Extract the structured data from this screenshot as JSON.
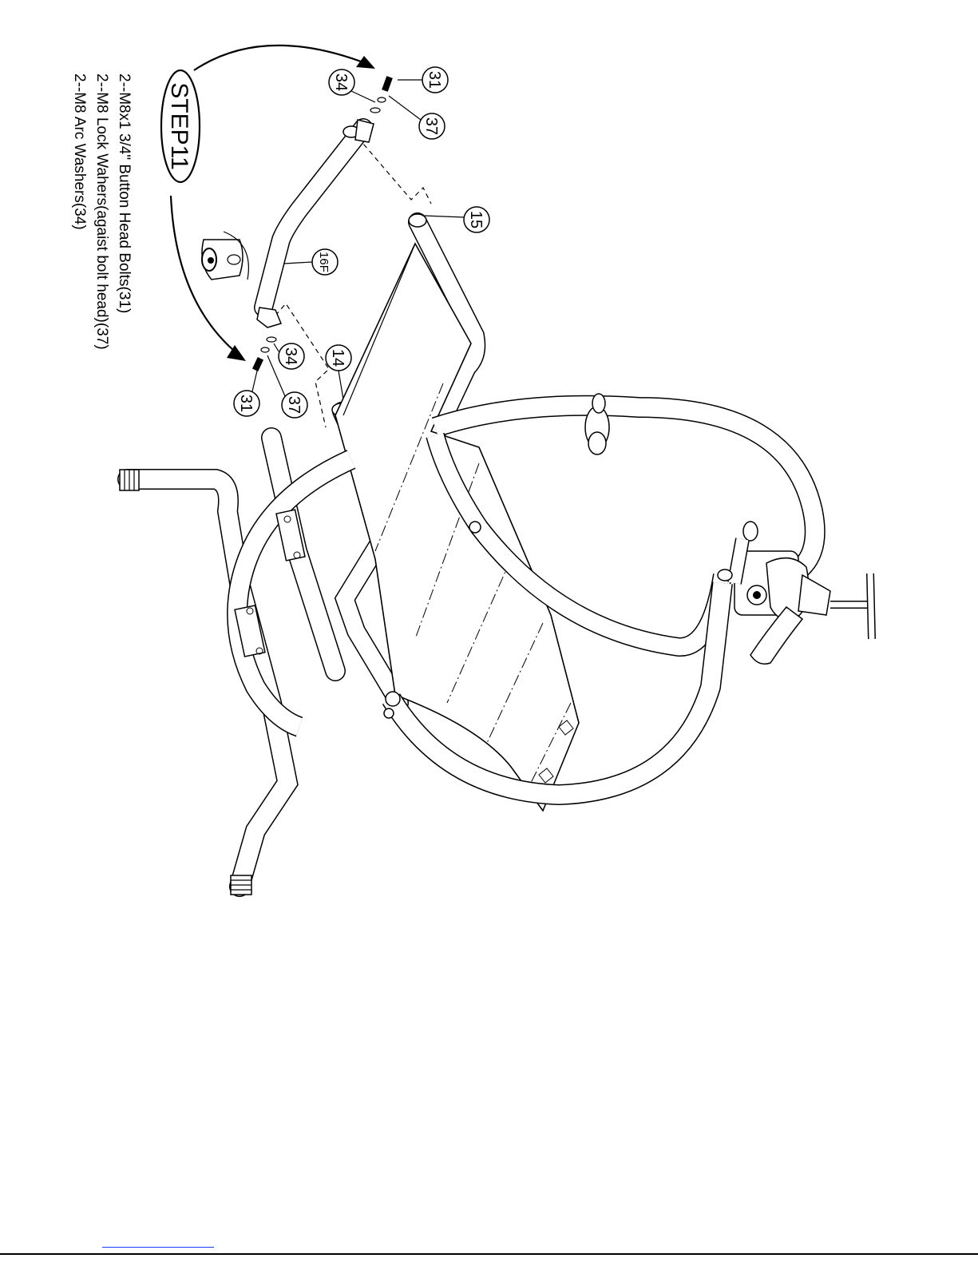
{
  "step": {
    "title": "STEP11"
  },
  "hardware": [
    {
      "text": "2--M8x1 3/4\"  Button Head Bolts(31)"
    },
    {
      "text": "2--M8 Lock Wahers(agaist bolt head)(37)"
    },
    {
      "text": "2--M8 Arc Washers(34)"
    }
  ],
  "callouts": {
    "top_bolt": "31",
    "top_lock_washer": "37",
    "top_arc_washer": "34",
    "part_15": "15",
    "part_16f": "16F",
    "part_14": "14",
    "bottom_arc_washer": "34",
    "bottom_lock_washer": "37",
    "bottom_bolt": "31"
  }
}
